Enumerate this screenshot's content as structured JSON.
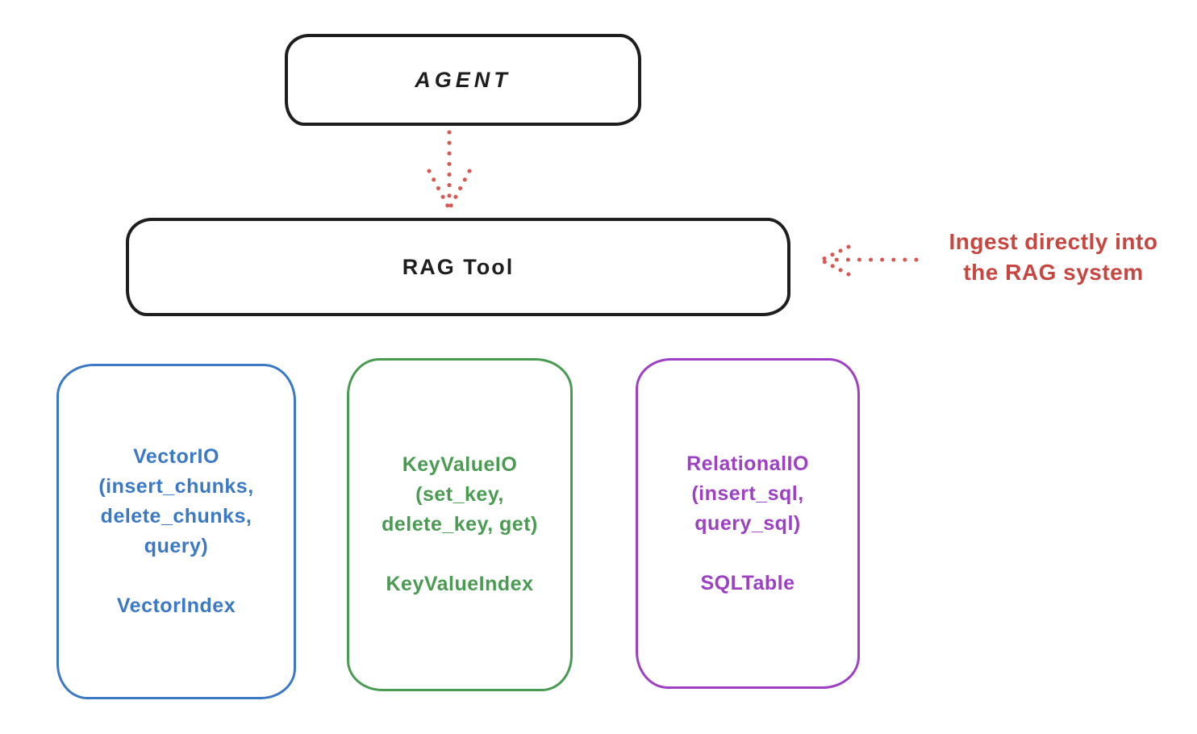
{
  "nodes": {
    "agent": {
      "label": "AGENT",
      "stroke": "#1e1e1e"
    },
    "rag_tool": {
      "label": "RAG Tool",
      "stroke": "#1e1e1e"
    },
    "vector_io": {
      "color": "#3b78c5",
      "lines": [
        "VectorIO",
        "(insert_chunks,",
        "delete_chunks,",
        "query)"
      ],
      "footer": "VectorIndex"
    },
    "key_value_io": {
      "color": "#4a9b52",
      "lines": [
        "KeyValueIO",
        "(set_key,",
        "delete_key, get)"
      ],
      "footer": "KeyValueIndex"
    },
    "relational_io": {
      "color": "#9d40c4",
      "lines": [
        "RelationalIO",
        "(insert_sql,",
        "query_sql)"
      ],
      "footer": "SQLTable"
    }
  },
  "annotation": {
    "lines": [
      "Ingest directly into",
      "the RAG system"
    ],
    "color": "#c8463f"
  },
  "arrows": {
    "color": "#da5650",
    "agent_to_rag": "dotted-arrow-down",
    "ingest_to_rag": "dotted-arrow-left"
  }
}
